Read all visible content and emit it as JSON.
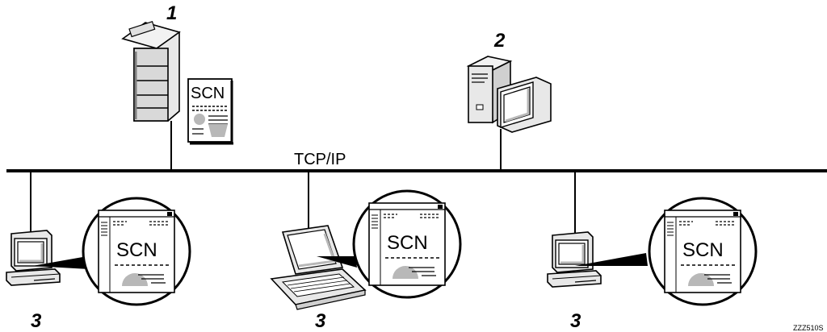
{
  "network": {
    "label": "TCP/IP"
  },
  "callouts": {
    "device": "1",
    "server": "2",
    "client_left": "3",
    "client_middle": "3",
    "client_right": "3"
  },
  "document_label": "SCN",
  "screen_label": "SCN",
  "figure_code": "ZZZ510S",
  "colors": {
    "line": "#000000",
    "gray": "#b8b8b8",
    "light_gray": "#d9d9d9",
    "fill": "#ffffff"
  }
}
